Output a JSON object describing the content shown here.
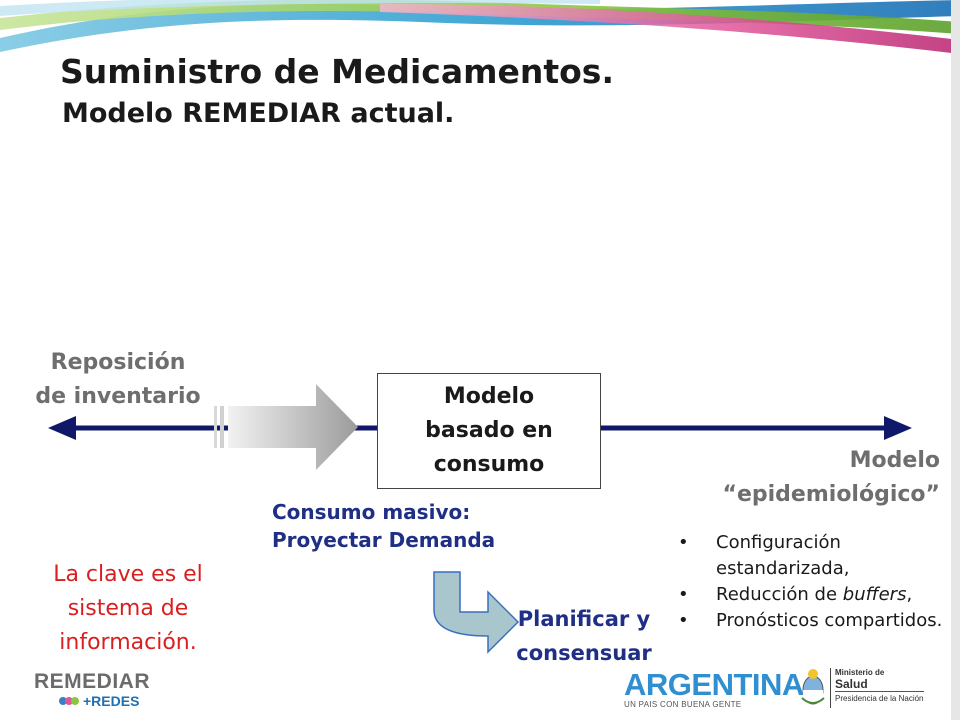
{
  "title": {
    "line1": "Suministro de Medicamentos.",
    "line2": "Modelo REMEDIAR actual."
  },
  "axis": {
    "left_label_line1": "Reposición",
    "left_label_line2": "de inventario",
    "right_label_line1": "Modelo",
    "right_label_line2": "“epidemiológico”",
    "color": "#10186a"
  },
  "center_box": {
    "line1": "Modelo",
    "line2": "basado en",
    "line3": "consumo"
  },
  "consumo": {
    "line1": "Consumo masivo:",
    "line2": "Proyectar Demanda"
  },
  "planificar": {
    "line1": "Planificar y",
    "line2": "consensuar"
  },
  "clave": {
    "line1": "La clave es el",
    "line2": "sistema de",
    "line3": "información."
  },
  "bullets": [
    {
      "text": "Configuración estandarizada,"
    },
    {
      "pre": "Reducción de ",
      "em": "buffers",
      "post": ","
    },
    {
      "text": "Pronósticos compartidos."
    }
  ],
  "bullet_char": "•",
  "logos": {
    "remediar_line1": "REMEDIAR",
    "remediar_line2": "+REDES",
    "argentina_line1": "ARGENTINA",
    "argentina_line2": "UN PAIS CON BUENA GENTE",
    "ministerio_line1": "Ministerio de",
    "ministerio_line2": "Salud",
    "ministerio_line3": "Presidencia de la Nación"
  },
  "colors": {
    "title": "#1a1a1a",
    "accent_blue": "#1f2f85",
    "red": "#d91f1f",
    "gray_label": "#6e6e6e",
    "elbow_arrow_fill": "#a9c6cc",
    "elbow_arrow_stroke": "#3a6fc0"
  }
}
